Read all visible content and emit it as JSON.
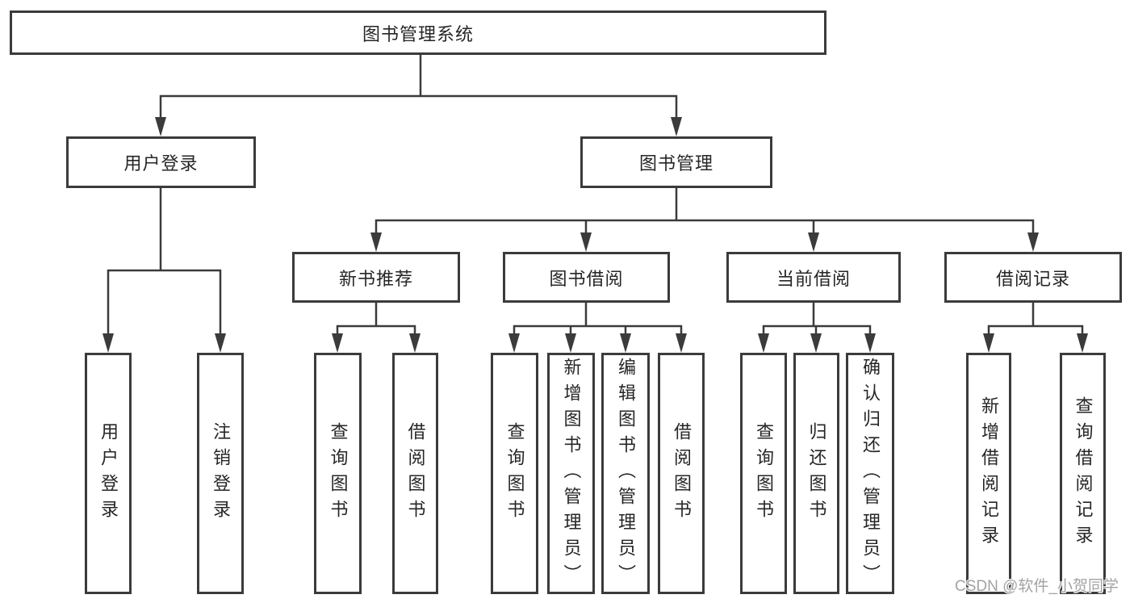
{
  "diagram": {
    "title_note": "functional structure chart",
    "root_label": "图书管理系统",
    "branches": [
      {
        "label": "用户登录",
        "children": [
          {
            "label": "用户登录"
          },
          {
            "label": "注销登录"
          }
        ]
      },
      {
        "label": "图书管理",
        "children": [
          {
            "label": "新书推荐",
            "children": [
              {
                "label": "查询图书"
              },
              {
                "label": "借阅图书"
              }
            ]
          },
          {
            "label": "图书借阅",
            "children": [
              {
                "label": "查询图书"
              },
              {
                "label": "新增图书（管理员）"
              },
              {
                "label": "编辑图书（管理员）"
              },
              {
                "label": "借阅图书"
              }
            ]
          },
          {
            "label": "当前借阅",
            "children": [
              {
                "label": "查询图书"
              },
              {
                "label": "归还图书"
              },
              {
                "label": "确认归还（管理员）"
              }
            ]
          },
          {
            "label": "借阅记录",
            "children": [
              {
                "label": "新增借阅记录"
              },
              {
                "label": "查询借阅记录"
              }
            ]
          }
        ]
      }
    ],
    "colors": {
      "line": "#3b3b3b",
      "box_border": "#3b3b3b",
      "text": "#262626",
      "background": "#ffffff",
      "watermark_text": "#a3a3a3"
    }
  },
  "watermark": {
    "text": "CSDN @软件_小贺同学"
  }
}
